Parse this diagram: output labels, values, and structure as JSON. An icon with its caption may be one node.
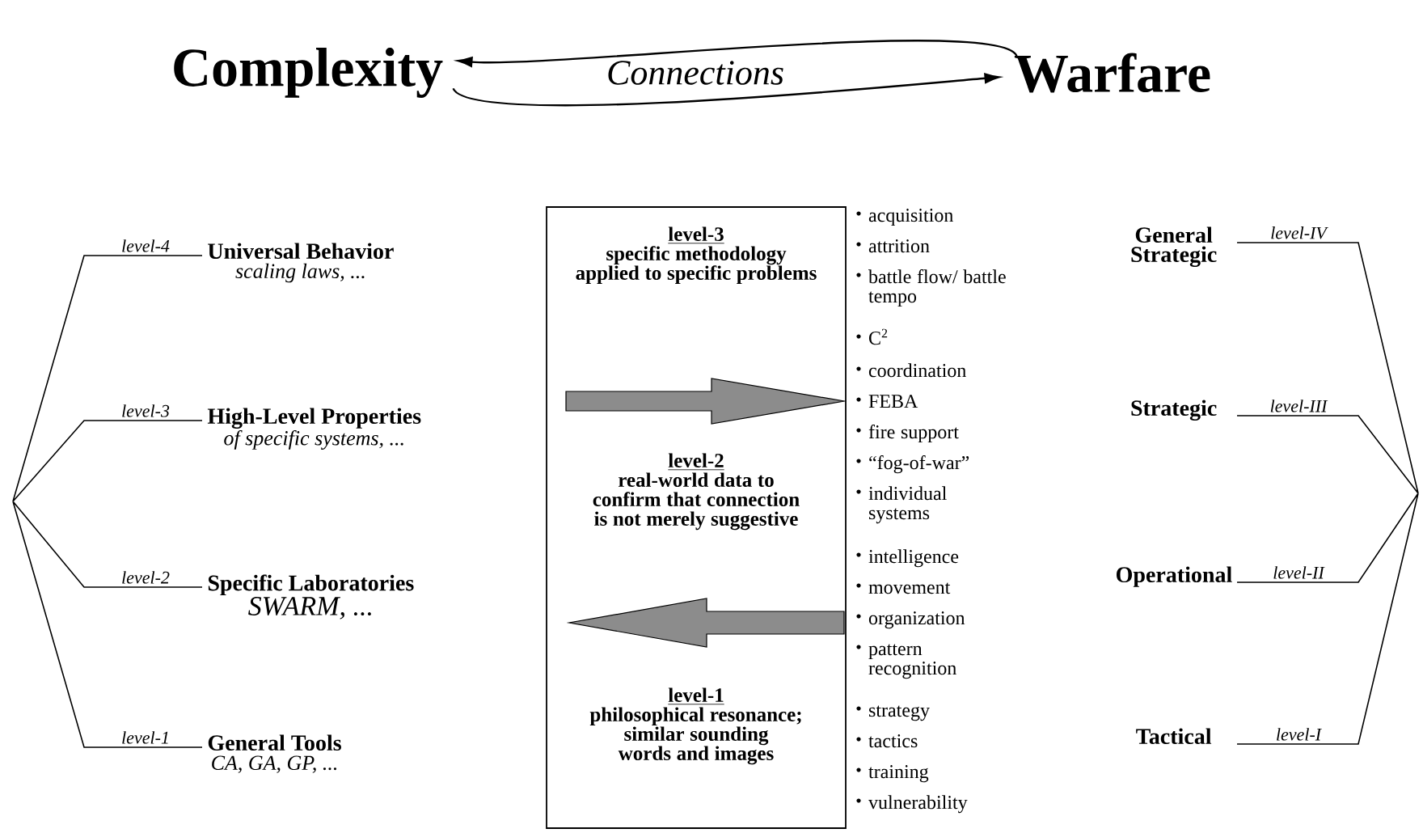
{
  "diagram": {
    "nodes": [
      {
        "text": [
          "Complexity"
        ]
      },
      {
        "text": [
          "Warfare"
        ]
      },
      {
        "text": [
          "Universal Behavior",
          "scaling laws, ..."
        ],
        "beside": [
          "level-4"
        ]
      },
      {
        "text": [
          "High-Level Properties",
          "of specific systems, ..."
        ],
        "beside": [
          "level-3"
        ]
      },
      {
        "text": [
          "Specific Laboratories",
          "SWARM, ..."
        ],
        "beside": [
          "level-2"
        ]
      },
      {
        "text": [
          "General Tools",
          "CA, GA, GP, ..."
        ],
        "beside": [
          "level-1"
        ]
      },
      {
        "text": [
          "level-3",
          "specific methodology applied to specific problems",
          "level-2",
          "real-world data to confirm that connection is not merely suggestive",
          "level-1",
          "philosophical resonance; similar sounding words and images"
        ]
      },
      {
        "text": [
          "General Strategic"
        ],
        "beside": [
          "level-IV"
        ]
      },
      {
        "text": [
          "Strategic"
        ],
        "beside": [
          "level-III"
        ]
      },
      {
        "text": [
          "Operational"
        ],
        "beside": [
          "level-II"
        ]
      },
      {
        "text": [
          "Tactical"
        ],
        "beside": [
          "level-I"
        ]
      }
    ],
    "edges": [
      {
        "from": 1,
        "to": 0,
        "arrow": "to"
      },
      {
        "from": 0,
        "to": 1,
        "arrow": "to"
      }
    ],
    "labels": [
      "Connections",
      "acquisition",
      "attrition",
      "battle flow/ battle tempo",
      "C$^{2}$",
      "coordination",
      "FEBA",
      "fire support",
      "“fog-of-war”",
      "individual systems",
      "intelligence",
      "movement",
      "organization",
      "pattern recognition",
      "strategy",
      "tactics",
      "training",
      "vulnerability"
    ]
  }
}
